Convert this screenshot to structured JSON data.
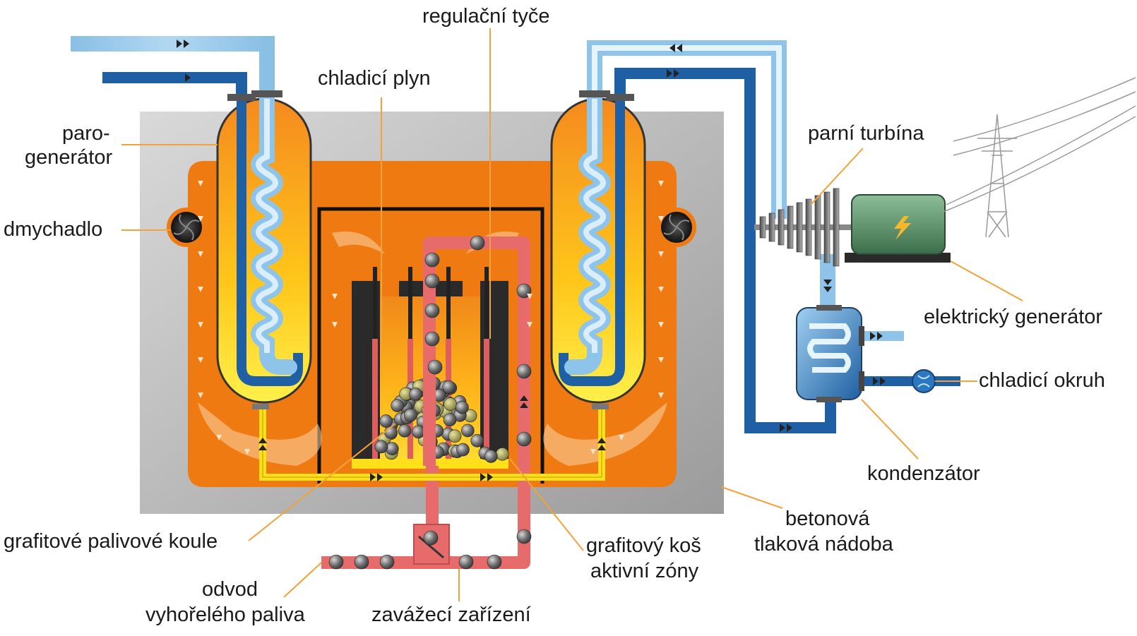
{
  "labels": {
    "steam_generator": [
      "paro-",
      "generátor"
    ],
    "blower": "dmychadlo",
    "coolant_gas": "chladicí plyn",
    "control_rods": "regulační tyče",
    "steam_turbine": "parní turbína",
    "electric_generator": "elektrický generátor",
    "cooling_circuit": "chladicí okruh",
    "condenser": "kondenzátor",
    "concrete_vessel": [
      "betonová",
      "tlaková nádoba"
    ],
    "graphite_core_basket": [
      "grafitový koš",
      "aktivní zóny"
    ],
    "graphite_fuel_balls": "grafitové palivové koule",
    "spent_fuel_removal": [
      "odvod",
      "vyhořelého paliva"
    ],
    "loading_device": "zavážecí zařízení"
  },
  "colors": {
    "concrete": "#b3b3b3",
    "hot_gas": "#f07a12",
    "core_glow": "#ffc61a",
    "pipe_dark_blue": "#1f5fa3",
    "pipe_light_blue": "#aad7ef",
    "pipe_yellow": "#ffe01a",
    "pipe_red": "#e86b6b",
    "generator_green": "#4f8a62",
    "leader_line": "#f2a23a"
  },
  "icons": [
    "blower-fan-icon",
    "lightning-bolt-icon",
    "pump-icon",
    "transmission-tower-icon",
    "flow-arrow-icon"
  ]
}
